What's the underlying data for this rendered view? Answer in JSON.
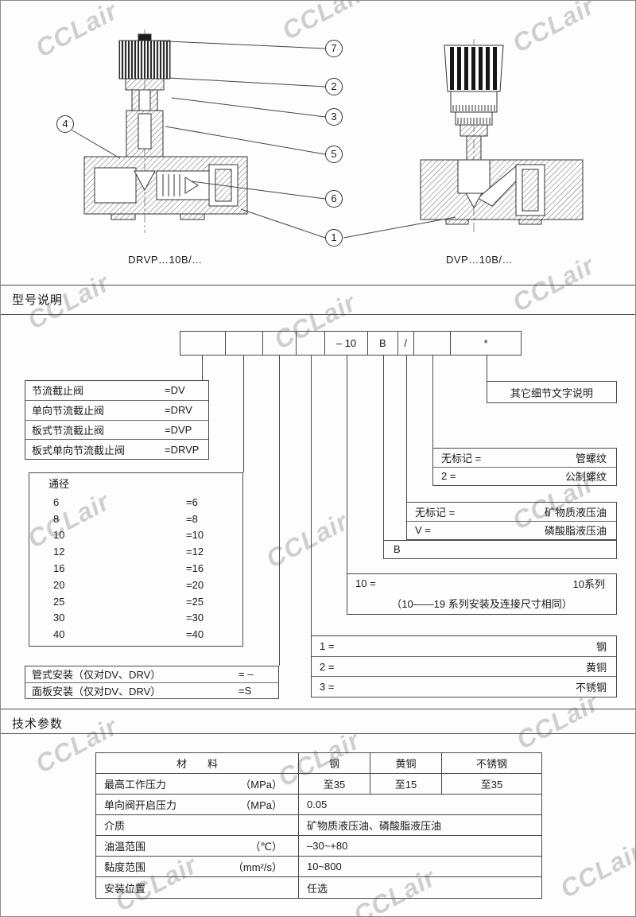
{
  "watermark": {
    "text": "CCLair"
  },
  "figures": {
    "left_caption": "DRVP…10B/…",
    "right_caption": "DVP…10B/…",
    "callout_7": "7",
    "callout_2": "2",
    "callout_3": "3",
    "callout_5": "5",
    "callout_6": "6",
    "callout_1": "1",
    "callout_4": "4"
  },
  "sections": {
    "model_title": "型号说明",
    "tech_title": "技术参数"
  },
  "code_row": {
    "cells": [
      "",
      "",
      "",
      "",
      "– 10",
      "B",
      "/",
      "",
      "*"
    ]
  },
  "type_box": {
    "rows": [
      {
        "label": "节流截止阀",
        "code": "=DV"
      },
      {
        "label": "单向节流截止阀",
        "code": "=DRV"
      },
      {
        "label": "板式节流截止阀",
        "code": "=DVP"
      },
      {
        "label": "板式单向节流截止阀",
        "code": "=DRVP"
      }
    ]
  },
  "size_box": {
    "title": "通径",
    "rows": [
      {
        "label": "6",
        "code": "=6"
      },
      {
        "label": "8",
        "code": "=8"
      },
      {
        "label": "10",
        "code": "=10"
      },
      {
        "label": "12",
        "code": "=12"
      },
      {
        "label": "16",
        "code": "=16"
      },
      {
        "label": "20",
        "code": "=20"
      },
      {
        "label": "25",
        "code": "=25"
      },
      {
        "label": "30",
        "code": "=30"
      },
      {
        "label": "40",
        "code": "=40"
      }
    ]
  },
  "mount_box": {
    "rows": [
      {
        "label": "管式安装（仅对DV、DRV）",
        "code": "= –"
      },
      {
        "label": "面板安装（仅对DV、DRV）",
        "code": "=S"
      }
    ]
  },
  "detail_box": {
    "label": "其它细节文字说明"
  },
  "thread_box": {
    "rows": [
      {
        "label": "无标记 =",
        "value": "管螺纹"
      },
      {
        "label": "2 =",
        "value": "公制螺纹"
      }
    ]
  },
  "oil_box": {
    "rows": [
      {
        "label": "无标记 =",
        "value": "矿物质液压油"
      },
      {
        "label": "V =",
        "value": "磷酸脂液压油"
      }
    ]
  },
  "b_box": {
    "label": "B"
  },
  "series_box": {
    "label": "10 =",
    "value": "10系列",
    "note": "（10——19 系列安装及连接尺寸相同）"
  },
  "material_box": {
    "rows": [
      {
        "label": "1 =",
        "value": "钢"
      },
      {
        "label": "2 =",
        "value": "黄铜"
      },
      {
        "label": "3 =",
        "value": "不锈钢"
      }
    ]
  },
  "table": {
    "header": {
      "material": "材　　料",
      "steel": "钢",
      "brass": "黄铜",
      "stainless": "不锈钢"
    },
    "rows": [
      {
        "label": "最高工作压力",
        "unit": "（MPa）",
        "steel": "至35",
        "brass": "至15",
        "stainless": "至35"
      },
      {
        "label": "单向阀开启压力",
        "unit": "（MPa）",
        "span": "0.05"
      },
      {
        "label": "介质",
        "unit": "",
        "span": "矿物质液压油、磷酸脂液压油"
      },
      {
        "label": "油温范围",
        "unit": "（℃）",
        "span": "–30~+80"
      },
      {
        "label": "黏度范围",
        "unit": "（mm²/s）",
        "span": "10~800"
      },
      {
        "label": "安装位置",
        "unit": "",
        "span": "任选"
      }
    ]
  }
}
